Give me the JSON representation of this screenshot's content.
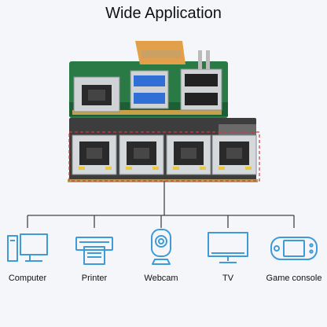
{
  "title": "Wide Application",
  "devices": [
    {
      "label": "Computer",
      "icon": "computer-icon"
    },
    {
      "label": "Printer",
      "icon": "printer-icon"
    },
    {
      "label": "Webcam",
      "icon": "webcam-icon"
    },
    {
      "label": "TV",
      "icon": "tv-icon"
    },
    {
      "label": "Game console",
      "icon": "game-console-icon"
    }
  ],
  "colors": {
    "accent": "#3f9ad8",
    "line": "#444444",
    "highlight_border": "#d23a3a",
    "pcb_green": "#1f7a3a",
    "usb_blue": "#2f6fd6"
  }
}
